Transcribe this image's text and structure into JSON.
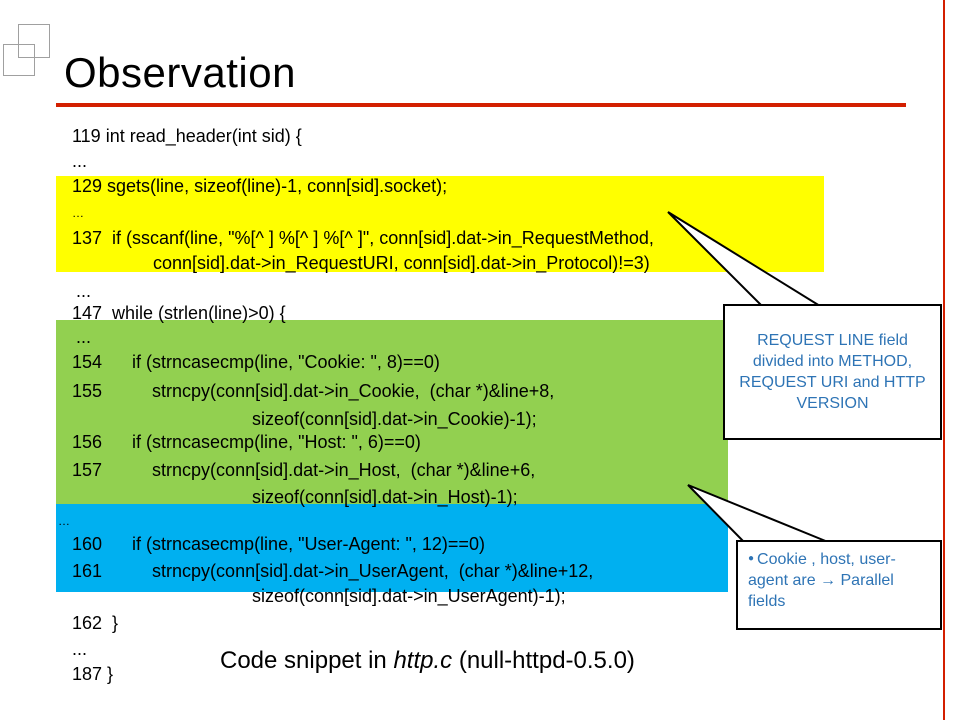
{
  "title": "Observation",
  "code": {
    "l119": "119 int read_header(int sid) {",
    "dots1": "...",
    "l129": "129 sgets(line, sizeof(line)-1, conn[sid].socket);",
    "dots2": "…",
    "l137a": "137  if (sscanf(line, \"%[^ ] %[^ ] %[^ ]\", conn[sid].dat->in_RequestMethod,",
    "l137b": "conn[sid].dat->in_RequestURI, conn[sid].dat->in_Protocol)!=3)",
    "dots3": "...",
    "l147": "147  while (strlen(line)>0) {",
    "dots4": "...",
    "l154": "154      if (strncasecmp(line, \"Cookie: \", 8)==0)",
    "l155": "155          strncpy(conn[sid].dat->in_Cookie,  (char *)&line+8,",
    "l155b": "sizeof(conn[sid].dat->in_Cookie)-1);",
    "l156": "156      if (strncasecmp(line, \"Host: \", 6)==0)",
    "l157": "157          strncpy(conn[sid].dat->in_Host,  (char *)&line+6,",
    "l157b": "sizeof(conn[sid].dat->in_Host)-1);",
    "dots5": "…",
    "l160": "160      if (strncasecmp(line, \"User-Agent: \", 12)==0)",
    "l161": "161          strncpy(conn[sid].dat->in_UserAgent,  (char *)&line+12,",
    "l161b": "sizeof(conn[sid].dat->in_UserAgent)-1);",
    "l162": "162  }",
    "dots6": "...",
    "l187": "187 }"
  },
  "callouts": {
    "request_line": "REQUEST LINE field divided into METHOD, REQUEST URI and HTTP VERSION",
    "parallel_fields": "Cookie , host, user-agent are → Parallel fields"
  },
  "caption": {
    "prefix": "Code snippet in ",
    "file": "http.c",
    "suffix": " (null-httpd-0.5.0)"
  },
  "colors": {
    "accent_rule": "#d31f00",
    "band_yellow": "#ffff00",
    "band_green": "#92d050",
    "band_blue": "#00b0f0",
    "callout_text": "#2e74b5"
  }
}
